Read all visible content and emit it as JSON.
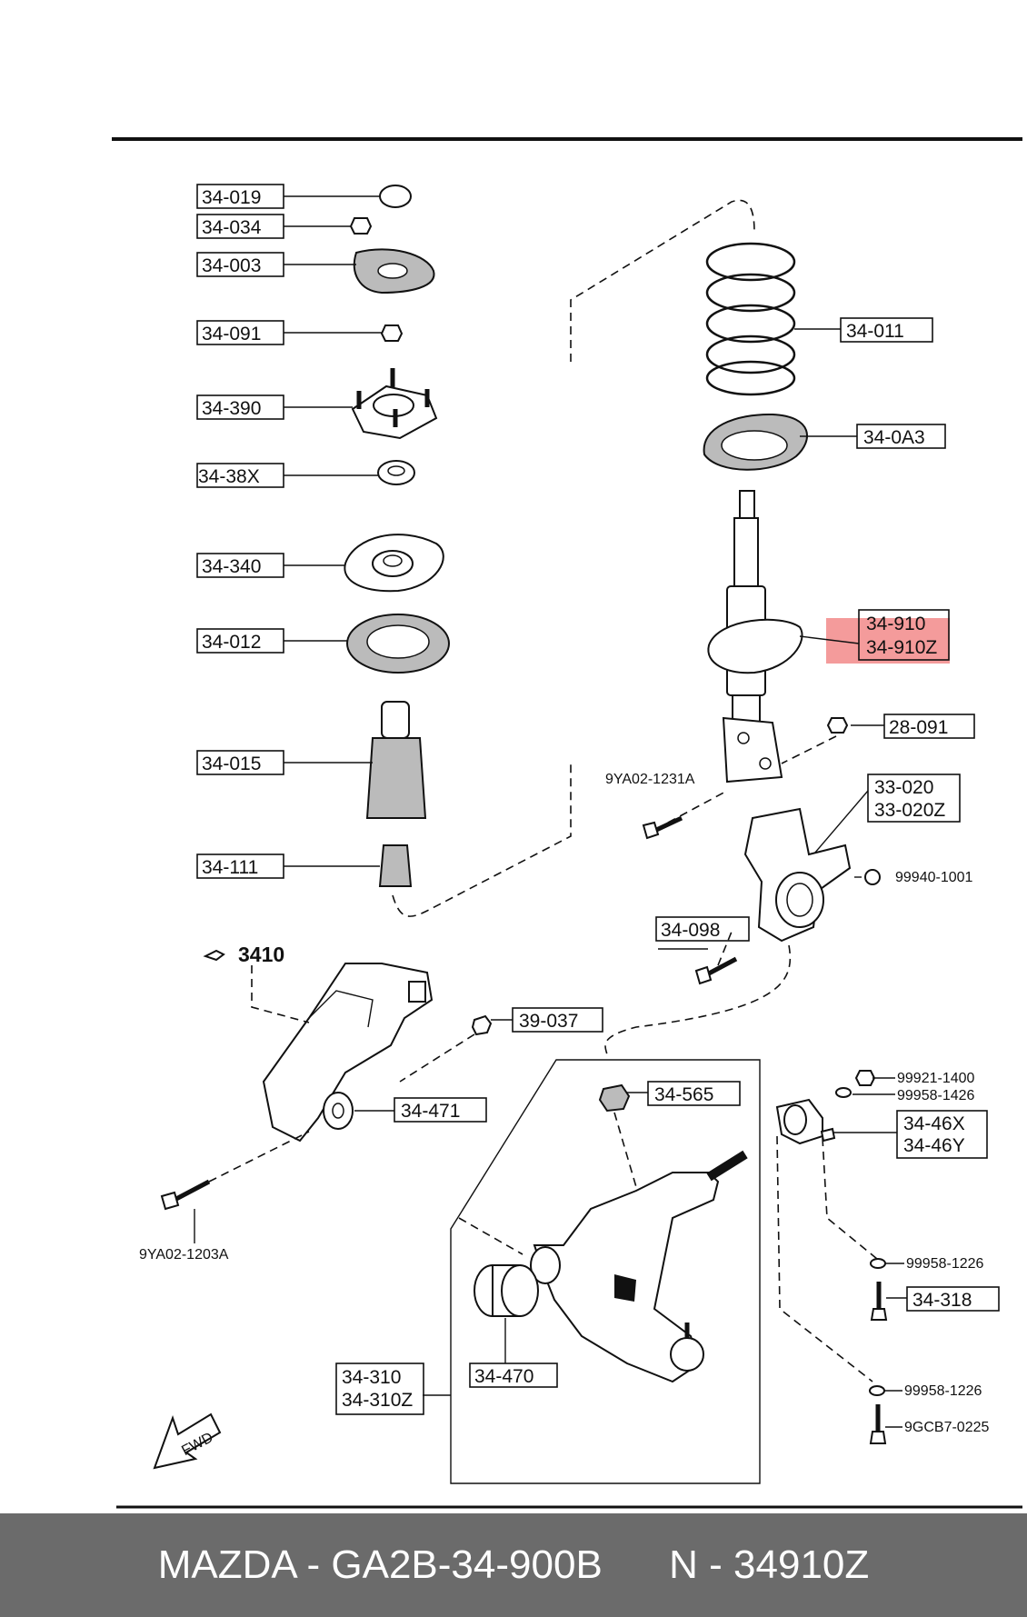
{
  "header_ref": "3410",
  "callouts": {
    "c34019": "34-019",
    "c34034": "34-034",
    "c34003": "34-003",
    "c34091": "34-091",
    "c34390": "34-390",
    "c3438X": "34-38X",
    "c34340": "34-340",
    "c34012": "34-012",
    "c34015": "34-015",
    "c34111": "34-111",
    "c34011": "34-011",
    "c340A3": "34-0A3",
    "c34910": "34-910",
    "c34910Z": "34-910Z",
    "c28091": "28-091",
    "c9YA02_1231A": "9YA02-1231A",
    "c33020": "33-020",
    "c33020Z": "33-020Z",
    "c99940_1001": "99940-1001",
    "c34098": "34-098",
    "c39037": "39-037",
    "c34565": "34-565",
    "c99921_1400": "99921-1400",
    "c99958_1426": "99958-1426",
    "c3446X": "34-46X",
    "c3446Y": "34-46Y",
    "c34471": "34-471",
    "c9YA02_1203A": "9YA02-1203A",
    "c99958_1226a": "99958-1226",
    "c34318": "34-318",
    "c34310": "34-310",
    "c34310Z": "34-310Z",
    "c34470": "34-470",
    "c99958_1226b": "99958-1226",
    "c9GCB7_0225": "9GCB7-0225"
  },
  "fwd_label": "FWD",
  "highlight_color": "#f28a8a",
  "footer": {
    "brand_part": "MAZDA - GA2B-34-900B",
    "oem_number": "N - 34910Z"
  }
}
